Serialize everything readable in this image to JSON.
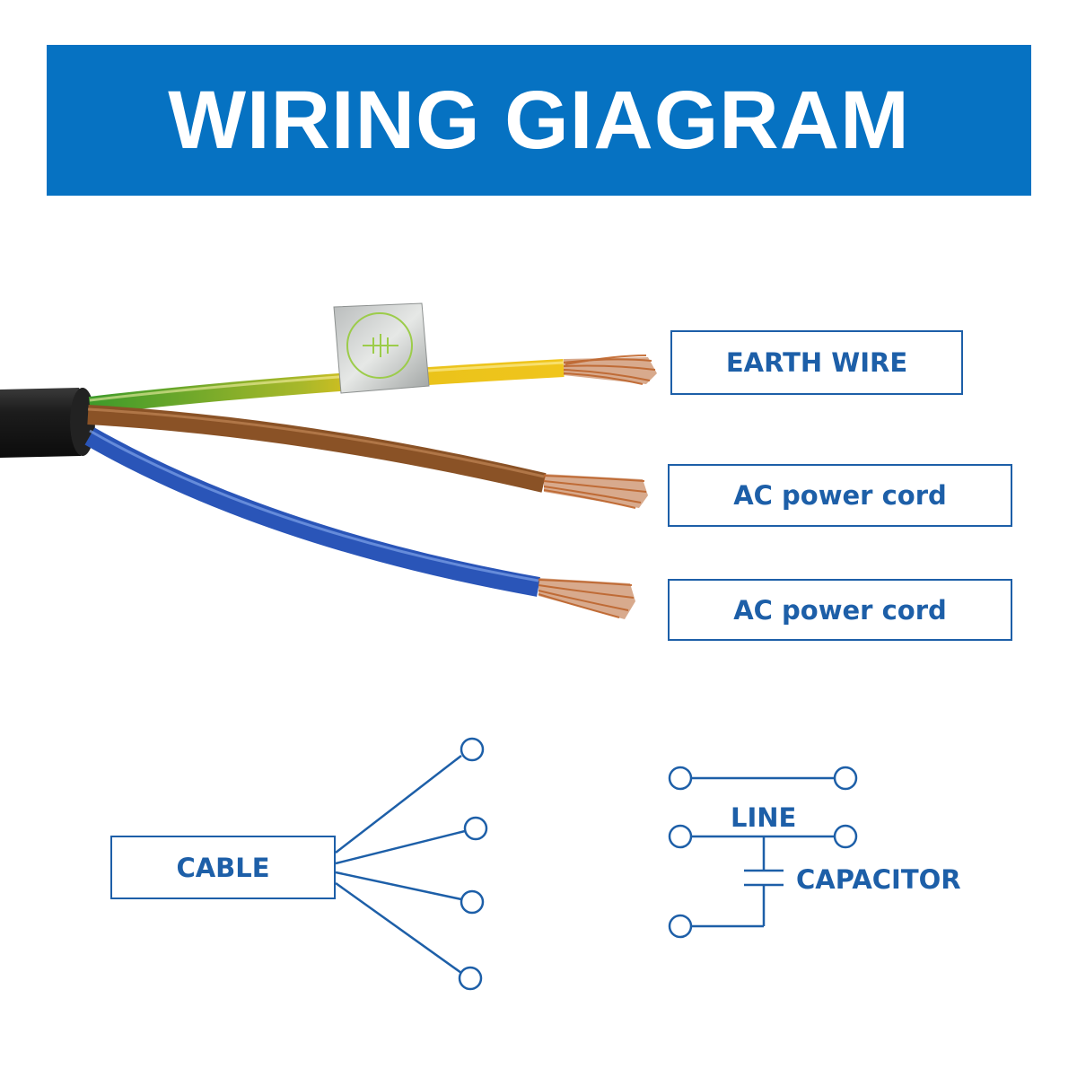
{
  "header": {
    "title": "WIRING GIAGRAM"
  },
  "labels": {
    "earth_wire": "EARTH WIRE",
    "ac_power_cord_1": "AC power cord",
    "ac_power_cord_2": "AC power cord",
    "cable": "CABLE",
    "line": "LINE",
    "capacitor": "CAPACITOR"
  },
  "colors": {
    "banner": "#0672c2",
    "label_text": "#1d5fa8",
    "earth_wire": "#e8c21a",
    "earth_wire_green": "#3d9a2a",
    "live_wire": "#8a5226",
    "neutral_wire": "#2a55b8",
    "copper": "#c8743e",
    "cable_jacket": "#1a1a1a"
  },
  "icons": {
    "earth_symbol": "ground-icon"
  }
}
